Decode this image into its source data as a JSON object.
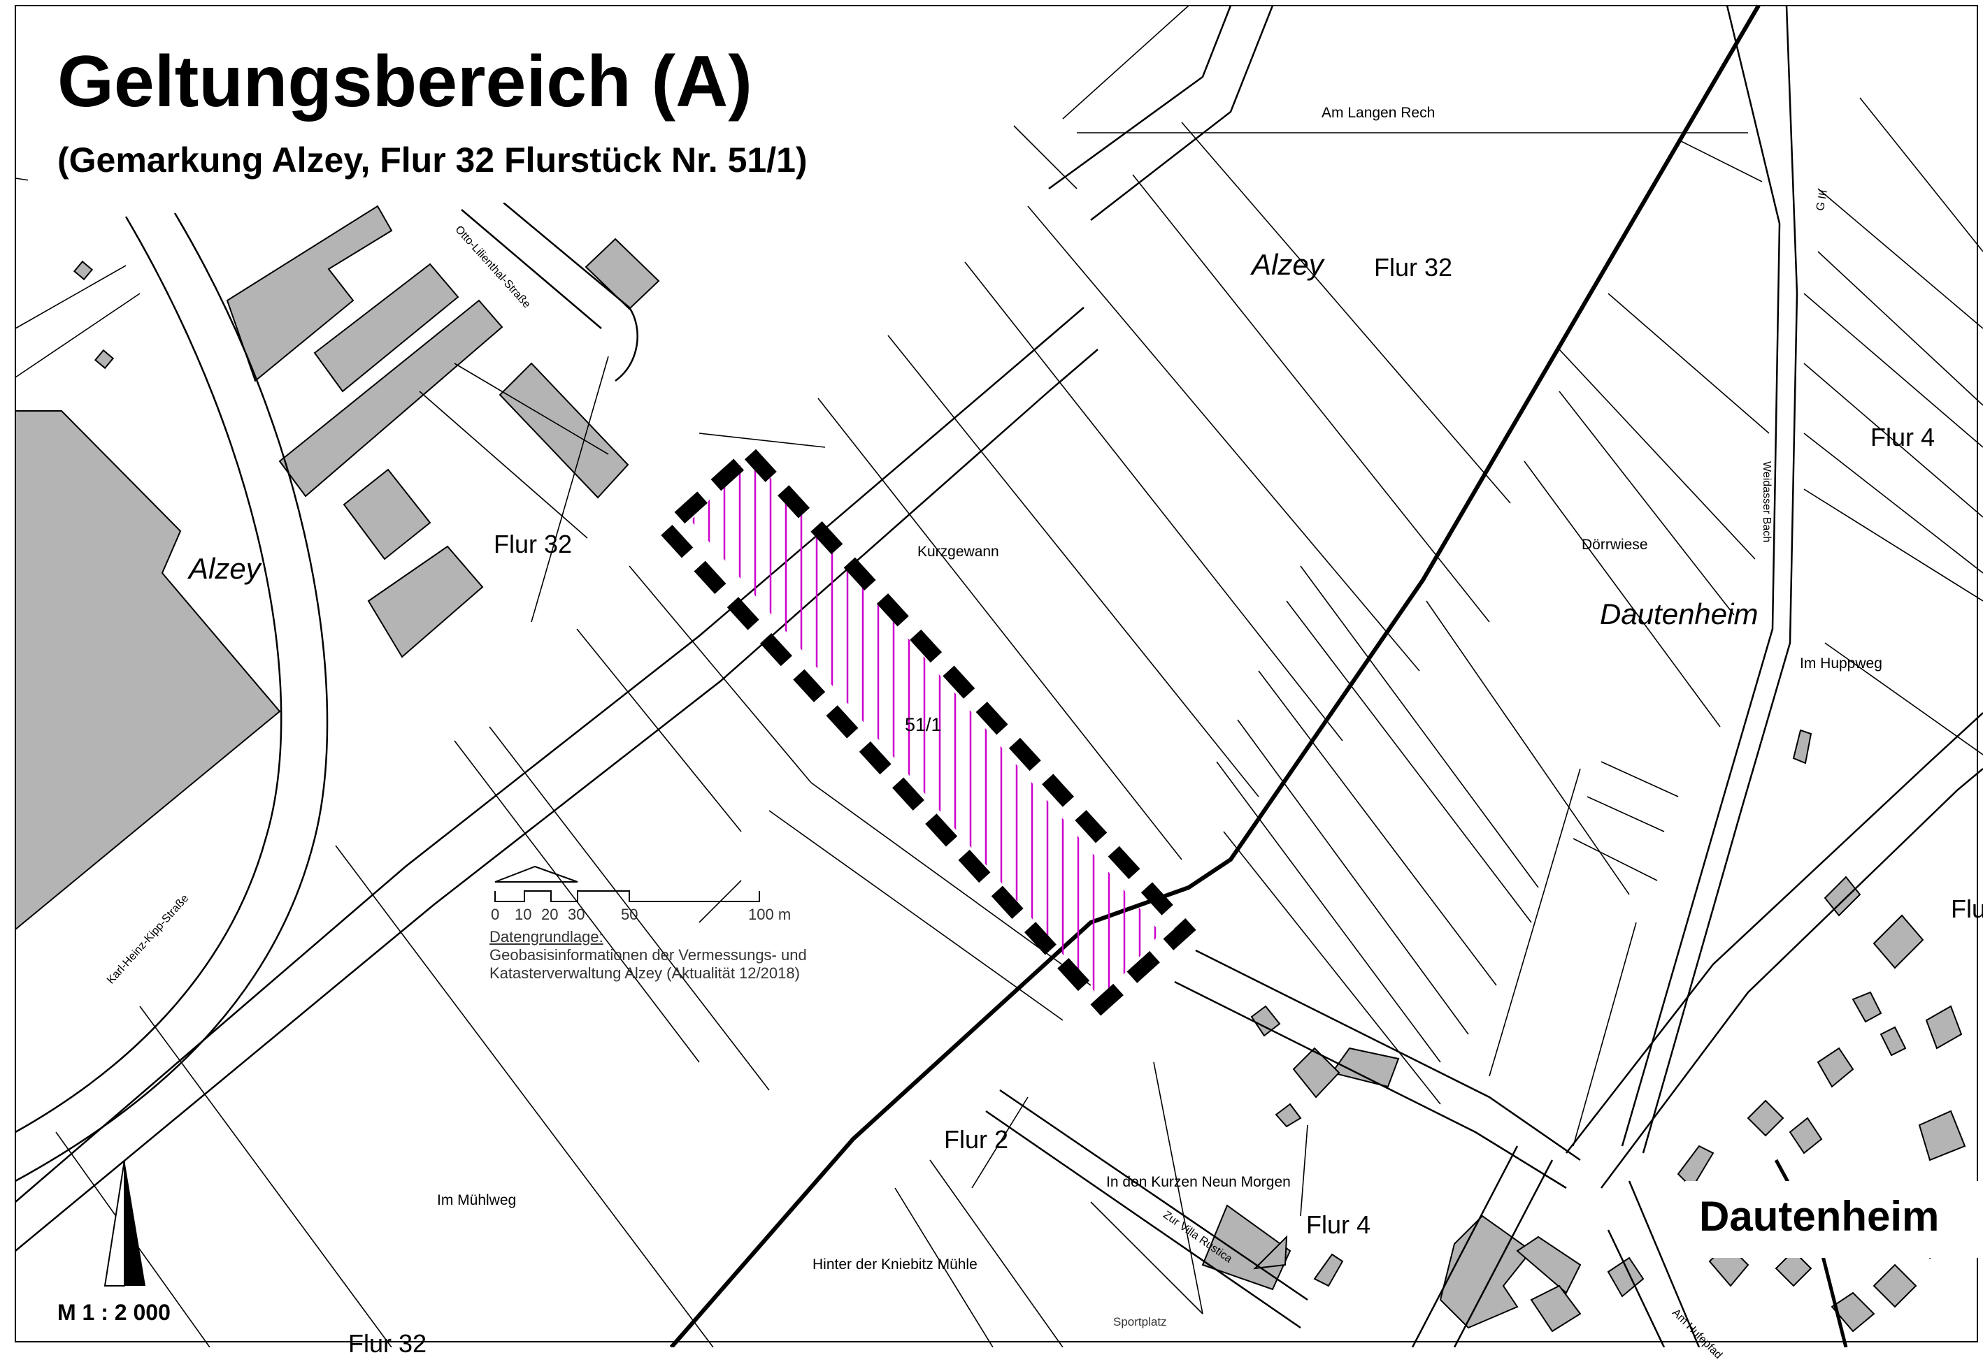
{
  "title": "Geltungsbereich (A)",
  "subtitle": "(Gemarkung Alzey, Flur 32 Flurstück Nr. 51/1)",
  "scale_text": "M 1 : 2 000",
  "colors": {
    "hatch": "#cc00cc",
    "buildings": "#b4b4b4",
    "boundary": "#000000",
    "background": "#ffffff"
  },
  "icons": {
    "north_arrow": "north-arrow-icon",
    "scale_bar": "scale-bar-icon"
  },
  "labels": {
    "alzey_left": "Alzey",
    "alzey_top": "Alzey",
    "flur32_top": "Flur 32",
    "flur32_mid": "Flur 32",
    "flur32_bottom": "Flur 32",
    "flur4_right": "Flur 4",
    "flur4_bottom": "Flur 4",
    "flur2": "Flur 2",
    "flur_edge": "Flu",
    "dautenheim": "Dautenheim",
    "dautenheim_big": "Dautenheim",
    "parcel": "51/1",
    "kurzgewann": "Kurzgewann",
    "am_langen_rech": "Am Langen Rech",
    "doerrwiese": "Dörrwiese",
    "im_huppweg": "Im Huppweg",
    "im_muehlweg": "Im Mühlweg",
    "hinter_der_kniebitz_muehle": "Hinter der Kniebitz Mühle",
    "in_den_kurzen_neun_morgen": "In den Kurzen Neun Morgen",
    "sportplatz": "Sportplatz",
    "weidasser_bach": "Weidasser Bach",
    "g_iii": "G III",
    "karl_heinz_kipp_strasse": "Karl-Heinz-Kipp-Straße",
    "otto_lilienthal_strasse": "Otto-Lilienthal-Straße",
    "zur_villa_rustica": "Zur Villa Rustica",
    "am_hufepfad": "Am Hufepfad"
  },
  "scale_bar": {
    "ticks": [
      "0",
      "10",
      "20",
      "30",
      "50",
      "100 m"
    ]
  },
  "source": {
    "heading": "Datengrundlage:",
    "line1": "Geobasisinformationen der Vermessungs- und",
    "line2": "Katasterverwaltung Alzey (Aktualität 12/2018)"
  }
}
